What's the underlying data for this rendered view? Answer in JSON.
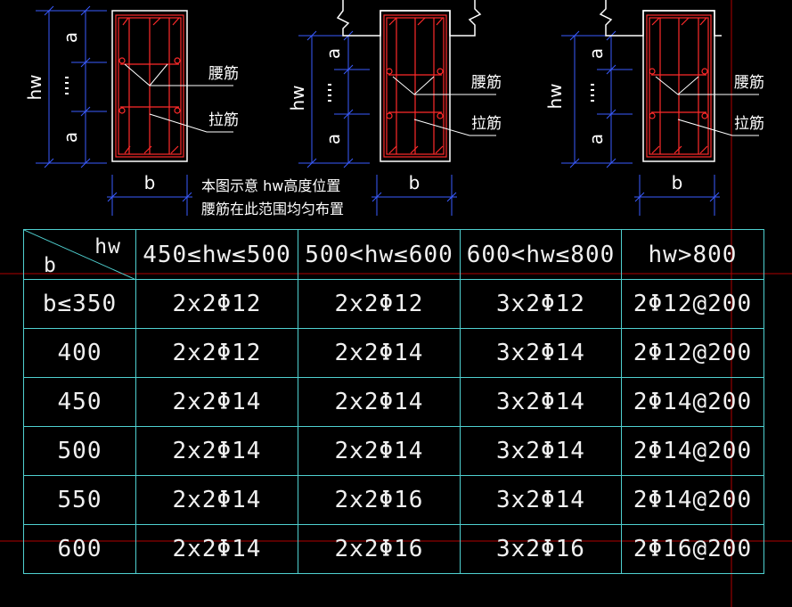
{
  "diagram": {
    "panels": [
      {
        "dim_height": "hw",
        "dim_a_top": "a",
        "dim_a_bottom": "a",
        "dim_width": "b",
        "label_waist": "腰筋",
        "label_tie": "拉筋"
      },
      {
        "dim_height": "hw",
        "dim_a_top": "a",
        "dim_a_bottom": "a",
        "dim_width": "b",
        "label_waist": "腰筋",
        "label_tie": "拉筋"
      },
      {
        "dim_height": "hw",
        "dim_a_top": "a",
        "dim_a_bottom": "a",
        "dim_width": "b",
        "label_waist": "腰筋",
        "label_tie": "拉筋"
      }
    ],
    "note_line1": "本图示意 hw高度位置",
    "note_line2": "腰筋在此范围均匀布置",
    "colors": {
      "rebar": "#ff2a2a",
      "dimension": "#3a5cff",
      "outline": "#ffffff",
      "table_border": "#4fd0d0",
      "guide": "#b00000"
    }
  },
  "table": {
    "corner_top": "hw",
    "corner_bottom": "b",
    "headers": [
      "450≤hw≤500",
      "500<hw≤600",
      "600<hw≤800",
      "hw>800"
    ],
    "rows": [
      [
        "b≤350",
        "2x2Φ12",
        "2x2Φ12",
        "3x2Φ12",
        "2Φ12@200"
      ],
      [
        "400",
        "2x2Φ12",
        "2x2Φ14",
        "3x2Φ14",
        "2Φ12@200"
      ],
      [
        "450",
        "2x2Φ14",
        "2x2Φ14",
        "3x2Φ14",
        "2Φ14@200"
      ],
      [
        "500",
        "2x2Φ14",
        "2x2Φ14",
        "3x2Φ14",
        "2Φ14@200"
      ],
      [
        "550",
        "2x2Φ14",
        "2x2Φ16",
        "3x2Φ14",
        "2Φ14@200"
      ],
      [
        "600",
        "2x2Φ14",
        "2x2Φ16",
        "3x2Φ16",
        "2Φ16@200"
      ]
    ]
  }
}
